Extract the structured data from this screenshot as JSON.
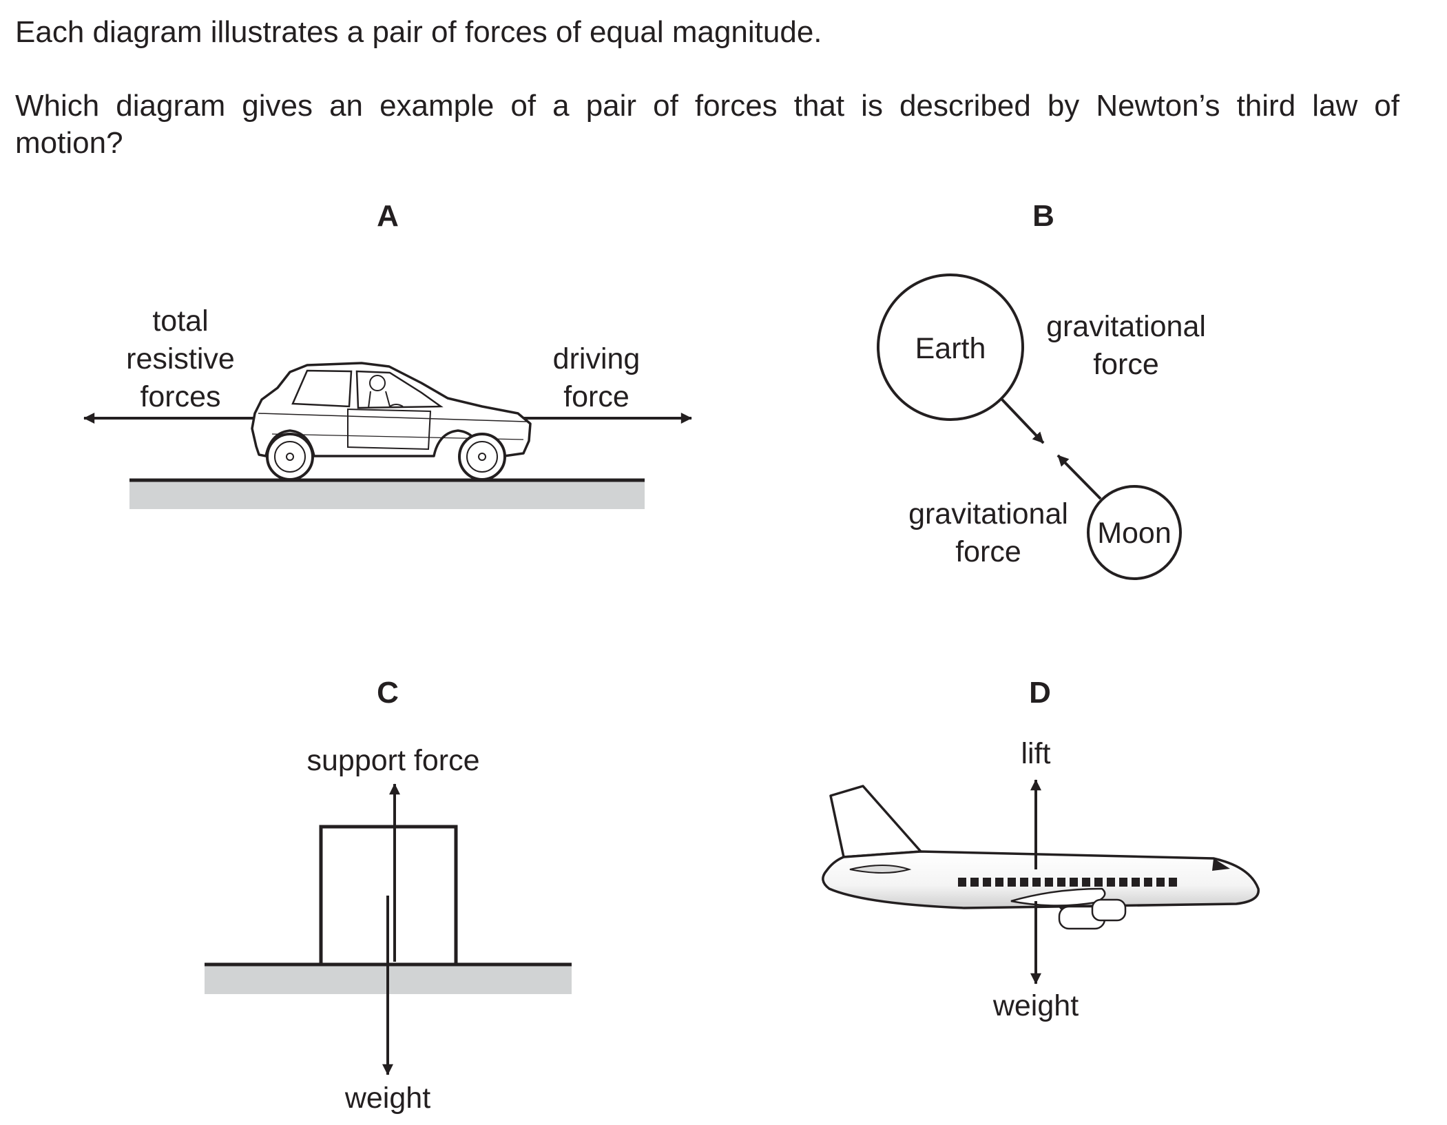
{
  "question": {
    "line1": "Each diagram illustrates a pair of forces of equal magnitude.",
    "line2": "Which diagram gives an example of a pair of forces that is described by Newton’s third law of",
    "line3": "motion?"
  },
  "diagrams": {
    "a": {
      "option": "A",
      "left_label": [
        "total",
        "resistive",
        "forces"
      ],
      "right_label": [
        "driving",
        "force"
      ]
    },
    "b": {
      "option": "B",
      "earth": "Earth",
      "moon": "Moon",
      "force_top": [
        "gravitational",
        "force"
      ],
      "force_bottom": [
        "gravitational",
        "force"
      ]
    },
    "c": {
      "option": "C",
      "support": "support force",
      "weight": "weight"
    },
    "d": {
      "option": "D",
      "lift": "lift",
      "weight": "weight"
    }
  },
  "colors": {
    "ink": "#231f20",
    "ground": "#d1d3d4"
  }
}
